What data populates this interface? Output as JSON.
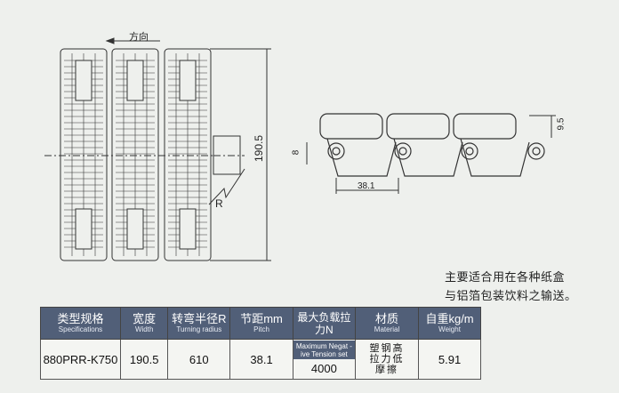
{
  "drawing": {
    "direction_label": "方向",
    "width_dim": "190.5",
    "radius_label": "R",
    "height_dim": "8",
    "side_dim": "9.5",
    "pitch_dim": "38.1"
  },
  "note": {
    "line1": "主要适合用在各种纸盒",
    "line2": "与铝箔包装饮料之输送。"
  },
  "table": {
    "headers": [
      {
        "cn": "类型规格",
        "en": "Specifications"
      },
      {
        "cn": "宽度",
        "en": "Width"
      },
      {
        "cn": "转弯半径R",
        "en": "Turning radius"
      },
      {
        "cn": "节距mm",
        "en": "Pitch"
      },
      {
        "cn": "最大负载拉力N",
        "en": "Maximum Negat -ive Tension set"
      },
      {
        "cn": "材质",
        "en": "Material"
      },
      {
        "cn": "自重kg/m",
        "en": "Weight"
      }
    ],
    "row": {
      "spec": "880PRR-K750",
      "width": "190.5",
      "radius": "610",
      "pitch": "38.1",
      "tension": "4000",
      "material": "塑钢高拉力低摩擦",
      "weight": "5.91"
    }
  }
}
